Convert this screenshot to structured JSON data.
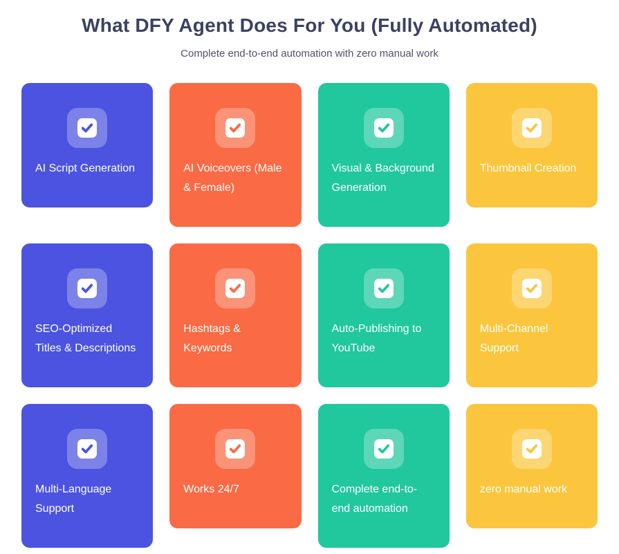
{
  "header": {
    "title": "What DFY Agent Does For You (Fully Automated)",
    "subtitle": "Complete end-to-end automation with zero manual work"
  },
  "colors": {
    "blue": "#4b53e0",
    "orange": "#fa6a44",
    "teal": "#21c79d",
    "yellow": "#fbc63d",
    "title_text": "#3b4160",
    "subtitle_text": "#515168"
  },
  "icon": {
    "name": "check-square-icon"
  },
  "features": [
    {
      "label": "AI Script Generation",
      "color": "blue"
    },
    {
      "label": "AI Voiceovers (Male & Female)",
      "color": "orange"
    },
    {
      "label": "Visual & Background Generation",
      "color": "teal"
    },
    {
      "label": "Thumbnail Creation",
      "color": "yellow"
    },
    {
      "label": "SEO-Optimized Titles & Descriptions",
      "color": "blue"
    },
    {
      "label": "Hashtags & Keywords",
      "color": "orange"
    },
    {
      "label": "Auto-Publishing to YouTube",
      "color": "teal"
    },
    {
      "label": "Multi-Channel Support",
      "color": "yellow"
    },
    {
      "label": "Multi-Language Support",
      "color": "blue"
    },
    {
      "label": "Works 24/7",
      "color": "orange"
    },
    {
      "label": "Complete end-to-end automation",
      "color": "teal"
    },
    {
      "label": "zero manual work",
      "color": "yellow"
    }
  ]
}
